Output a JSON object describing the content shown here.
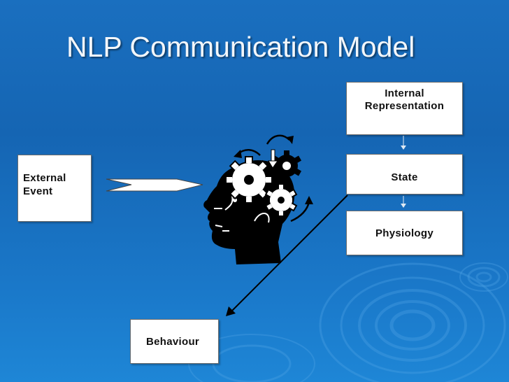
{
  "slide": {
    "title": "NLP Communication Model"
  },
  "diagram": {
    "external_event": [
      "External",
      "Event"
    ],
    "internal_representation": [
      "Internal",
      "Representation"
    ],
    "state": "State",
    "physiology": "Physiology",
    "behaviour": "Behaviour"
  },
  "colors": {
    "background": "#1565b3",
    "title_text": "#f2f6fa",
    "box_fill": "#ffffff",
    "box_text": "#111111",
    "head_fill": "#000000"
  },
  "icons": {
    "head": "thinking-head-with-gears-icon",
    "input_arrow": "right-arrow-icon"
  }
}
